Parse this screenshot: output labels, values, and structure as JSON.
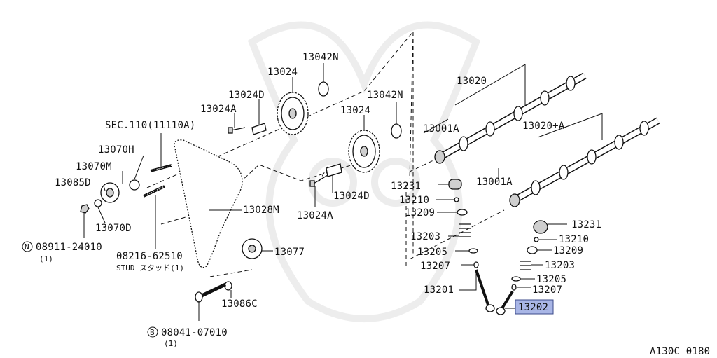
{
  "diagram": {
    "figure_code": "A130C 0180",
    "highlight_color": "#a9b6e6",
    "labels": {
      "p13042N_a": "13042N",
      "p13024_a": "13024",
      "p13024D_a": "13024D",
      "p13024A_a": "13024A",
      "p13042N_b": "13042N",
      "p13024_b": "13024",
      "p13020": "13020",
      "p13001A_a": "13001A",
      "p13020A": "13020+A",
      "sec110": "SEC.110(11110A)",
      "p13070H": "13070H",
      "p13070M": "13070M",
      "p13085D": "13085D",
      "p13070D": "13070D",
      "p13028M": "13028M",
      "p13024D_b": "13024D",
      "p13024A_b": "13024A",
      "p13001A_b": "13001A",
      "p13231_a": "13231",
      "p13210_a": "13210",
      "p13209_a": "13209",
      "p13203_a": "13203",
      "p13205_a": "13205",
      "p13207_a": "13207",
      "p13201": "13201",
      "p13231_b": "13231",
      "p13210_b": "13210",
      "p13209_b": "13209",
      "p13203_b": "13203",
      "p13205_b": "13205",
      "p13207_b": "13207",
      "p13202": "13202",
      "p13077": "13077",
      "p13086C": "13086C",
      "nut_prefix": "N",
      "nut_code": "08911-24010",
      "nut_qty": "(1)",
      "stud_code": "08216-62510",
      "stud_desc": "STUD スタッド(1)",
      "bolt_prefix": "B",
      "bolt_code": "08041-07010",
      "bolt_qty": "(1)"
    }
  }
}
